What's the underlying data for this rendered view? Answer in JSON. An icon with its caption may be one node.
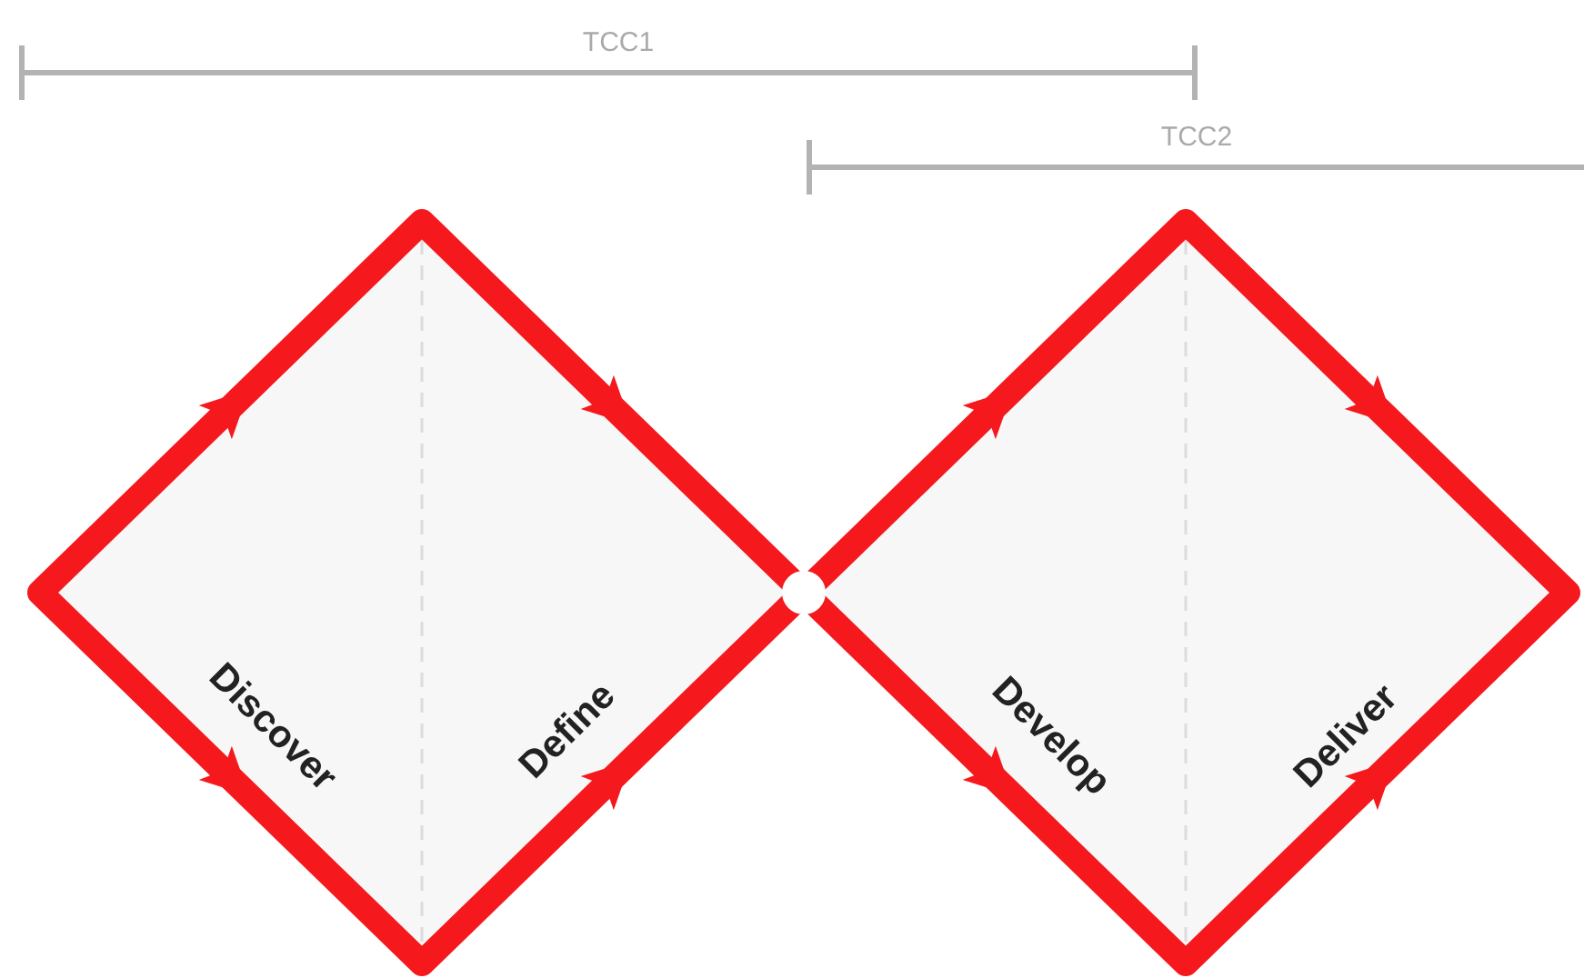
{
  "diagram": {
    "nodes": [
      {
        "text": [
          "Discover",
          "Define"
        ]
      },
      {
        "text": [
          "Develop",
          "Deliver"
        ]
      }
    ],
    "labels": [
      "TCC1",
      "TCC2"
    ]
  }
}
